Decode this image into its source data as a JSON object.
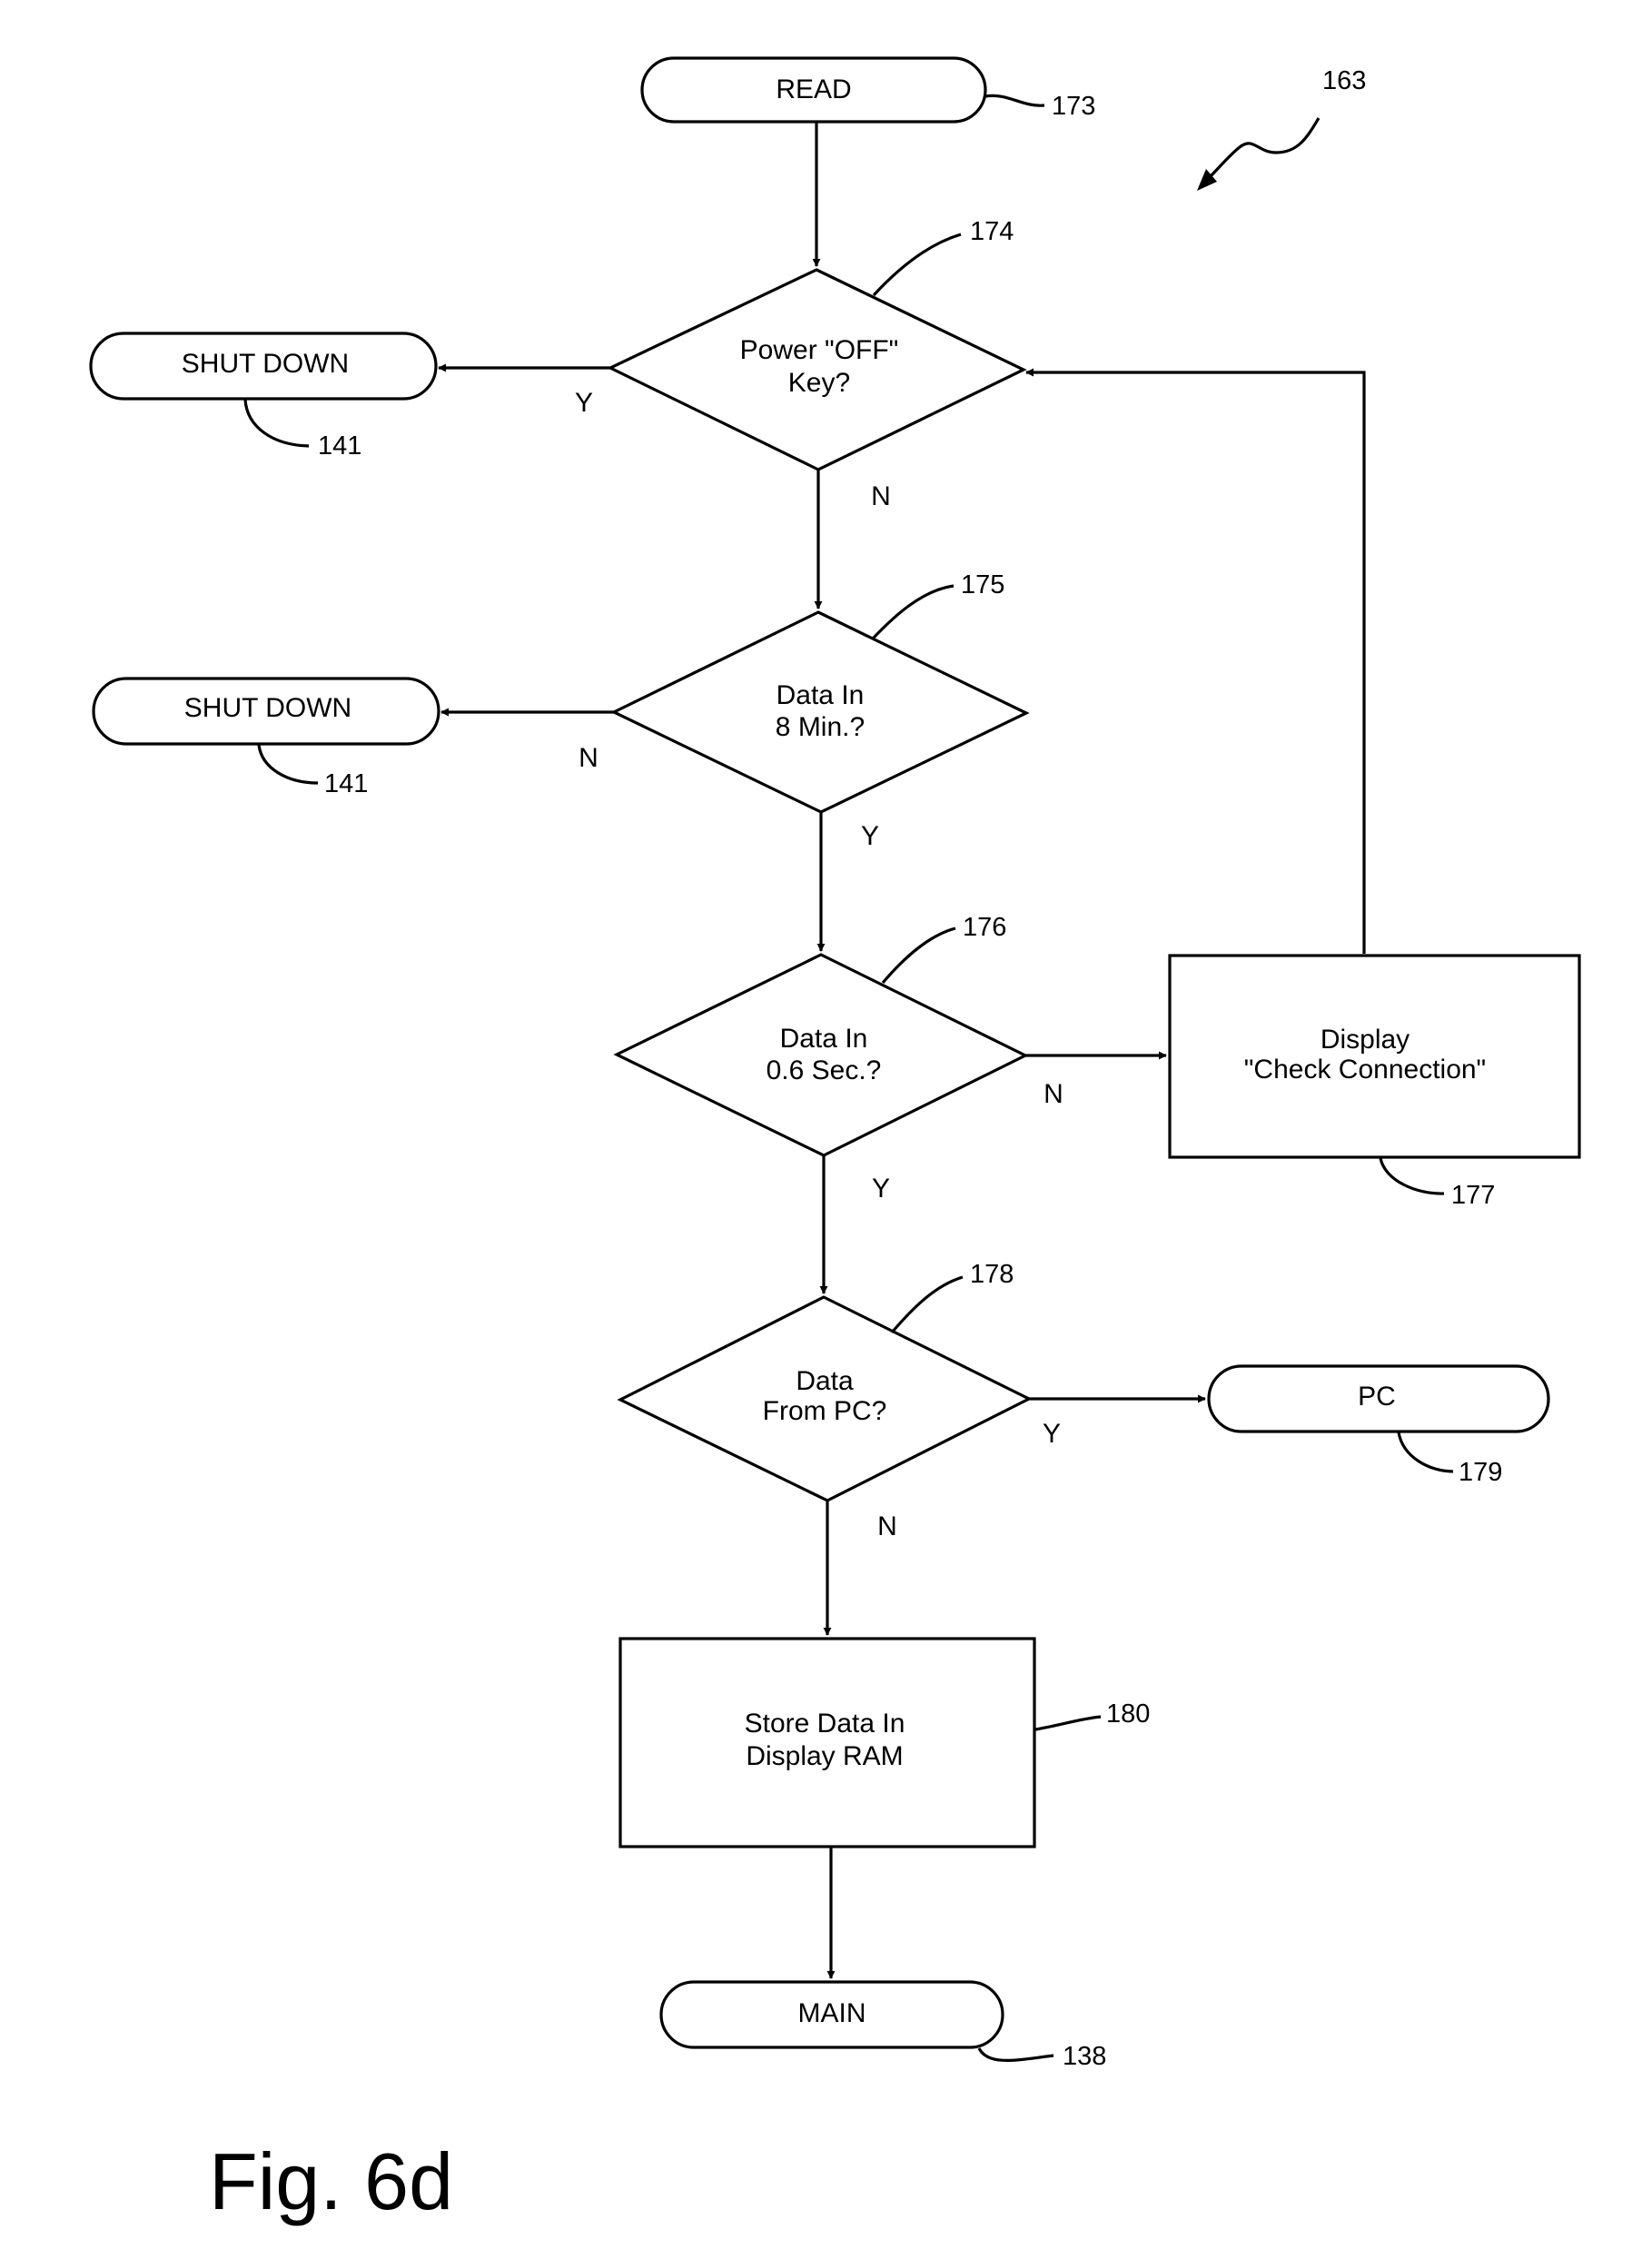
{
  "figure_label": "Fig. 6d",
  "reference": "163",
  "nodes": {
    "read": {
      "label": "READ",
      "ref": "173"
    },
    "power_off": {
      "label": [
        "Power \"OFF\"",
        "Key?"
      ],
      "ref": "174"
    },
    "shutdown_1": {
      "label": "SHUT DOWN",
      "ref": "141"
    },
    "data_8min": {
      "label": [
        "Data In",
        "8 Min.?"
      ],
      "ref": "175"
    },
    "shutdown_2": {
      "label": "SHUT DOWN",
      "ref": "141"
    },
    "data_06sec": {
      "label": [
        "Data In",
        "0.6 Sec.?"
      ],
      "ref": "176"
    },
    "check_conn": {
      "label": [
        "Display",
        "\"Check Connection\""
      ],
      "ref": "177"
    },
    "data_from_pc": {
      "label": [
        "Data",
        "From PC?"
      ],
      "ref": "178"
    },
    "pc": {
      "label": "PC",
      "ref": "179"
    },
    "store_data": {
      "label": [
        "Store Data In",
        "Display RAM"
      ],
      "ref": "180"
    },
    "main": {
      "label": "MAIN",
      "ref": "138"
    }
  },
  "branches": {
    "power_off_yes": "Y",
    "power_off_no": "N",
    "data_8min_no": "N",
    "data_8min_yes": "Y",
    "data_06sec_no": "N",
    "data_06sec_yes": "Y",
    "data_from_pc_yes": "Y",
    "data_from_pc_no": "N"
  }
}
